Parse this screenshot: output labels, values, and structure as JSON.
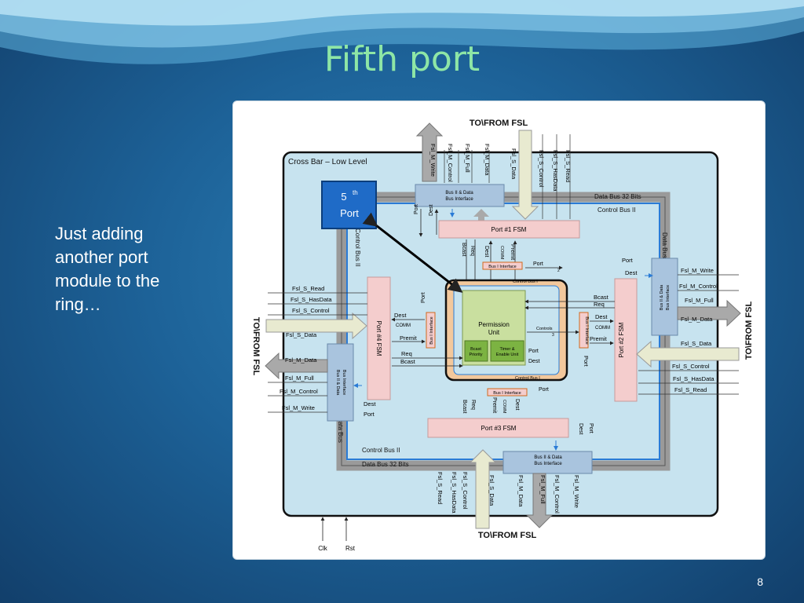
{
  "slide": {
    "title": "Fifth port",
    "body_text": "Just adding another port module to the ring…",
    "page_number": "8"
  },
  "diagram": {
    "fsl_top": "TO\\FROM FSL",
    "fsl_bottom": "TO\\FROM FSL",
    "fsl_left": "TO\\FROM FSL",
    "fsl_right": "TO\\FROM FSL",
    "crossbar_title": "Cross Bar – Low Level",
    "fifth_port": {
      "num": "5",
      "sup": "th",
      "word": "Port"
    },
    "bus_interface": [
      "Bus II & Data",
      "Bus Interface"
    ],
    "data_bus_32": "Data Bus 32 Bits",
    "control_bus_ii": "Control Bus II",
    "control_bus_i": "Control Bus I",
    "data_bus": "Data Bus",
    "bus_i_interface": "Bus I Interface",
    "port1_fsm": "Port #1 FSM",
    "port2_fsm": "Port #2 FSM",
    "port3_fsm": "Port #3 FSM",
    "port4_fsm": "Port #4 FSM",
    "permission_unit": [
      "Permission",
      "Unit"
    ],
    "bcast_priority": [
      "Bcast",
      "Priority"
    ],
    "timer_enable": [
      "Timer &",
      "Enable Unit"
    ],
    "signals": {
      "port": "Port",
      "dest": "Dest",
      "comm": "COMM",
      "premit": "Premit",
      "req": "Req",
      "bcast": "Bcast",
      "controls": "Controls",
      "two": "2",
      "three": "3"
    },
    "top_fsl": [
      "Fsl_M_Write",
      "Fsl_M_Control",
      "Fsl_M_Full",
      "Fsl_M_Data",
      "Fsl_S_Data",
      "Fsl_S_Control",
      "Fsl_S_HasData",
      "Fsl_S_Read"
    ],
    "bottom_fsl": [
      "Fsl_S_Read",
      "Fsl_S_HasData",
      "Fsl_S_Control",
      "Fsl_S_Data",
      "Fsl_M_Data",
      "Fsl_M_Full",
      "Fsl_M_Control",
      "Fsl_M_Write"
    ],
    "left_fsl": [
      "Fsl_S_Read",
      "Fsl_S_HasData",
      "Fsl_S_Control",
      "Fsl_S_Data",
      "Fsl_M_Data",
      "Fsl_M_Full",
      "Fsl_M_Control",
      "Fsl_M_Write"
    ],
    "right_fsl": [
      "Fsl_M_Write",
      "Fsl_M_Control",
      "Fsl_M_Full",
      "Fsl_M_Data",
      "Fsl_S_Data",
      "Fsl_S_Control",
      "Fsl_S_HasData",
      "Fsl_S_Read"
    ],
    "clk": "Clk",
    "rst": "Rst"
  }
}
